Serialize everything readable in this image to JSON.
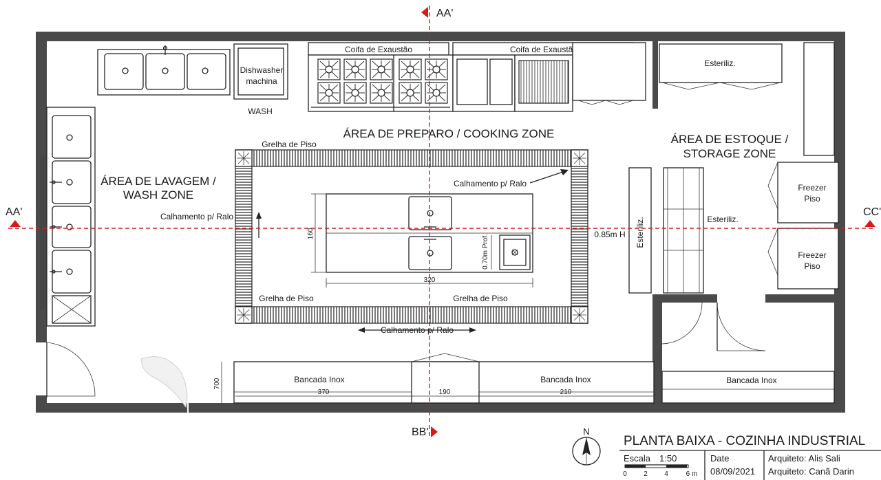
{
  "drawing": {
    "title": "PLANTA BAIXA - COZINHA INDUSTRIAL",
    "scale_label": "Escala",
    "scale_value": "1:50",
    "scale_ticks": [
      "0",
      "2",
      "4",
      "6 m"
    ],
    "date_label": "Date",
    "date_value": "08/09/2021",
    "architect_1": "Arquiteto: Alis Sali",
    "architect_2": "Arquiteto: Canã Darin",
    "north": "N"
  },
  "sections": {
    "aa_top": "AA'",
    "aa_left": "AA'",
    "bb": "BB'",
    "cc": "CC'",
    "colors": {
      "marker": "#d61a1a"
    }
  },
  "zones": {
    "wash_1": "ÁREA DE LAVAGEM /",
    "wash_2": "WASH ZONE",
    "cooking": "ÁREA DE PREPARO / COOKING ZONE",
    "storage_1": "ÁREA DE ESTOQUE /",
    "storage_2": "STORAGE ZONE"
  },
  "equipment": {
    "hood_1": "Coifa de Exaustão",
    "hood_2": "Coifa de Exaustão",
    "dishwasher_1": "Dishwasher",
    "dishwasher_2": "machina",
    "wash": "WASH",
    "steril_top": "Esteriliz.",
    "steril_right": "Esteriliz.",
    "steril_vertical": "Esteriliz.",
    "freezer_1a": "Freezer",
    "freezer_1b": "Piso",
    "freezer_2a": "Freezer",
    "freezer_2b": "Piso"
  },
  "labels": {
    "grelha_top": "Grelha de Piso",
    "grelha_bottom_left": "Grelha de Piso",
    "grelha_bottom_right": "Grelha de Piso",
    "calha_left": "Calhamento p/ Ralo",
    "calha_right": "Calhamento p/ Ralo",
    "calha_bottom": "Calhamento p/ Ralo",
    "height": "0.85m H",
    "depth": "0.70m Prof.",
    "bancada_1": "Bancada Inox",
    "bancada_2": "Bancada Inox",
    "bancada_3": "Bancada Inox"
  },
  "dimensions": {
    "island_h": "160",
    "island_w": "320",
    "bench_depth": "700",
    "bench_1": "370",
    "bench_2": "190",
    "bench_3": "210"
  }
}
